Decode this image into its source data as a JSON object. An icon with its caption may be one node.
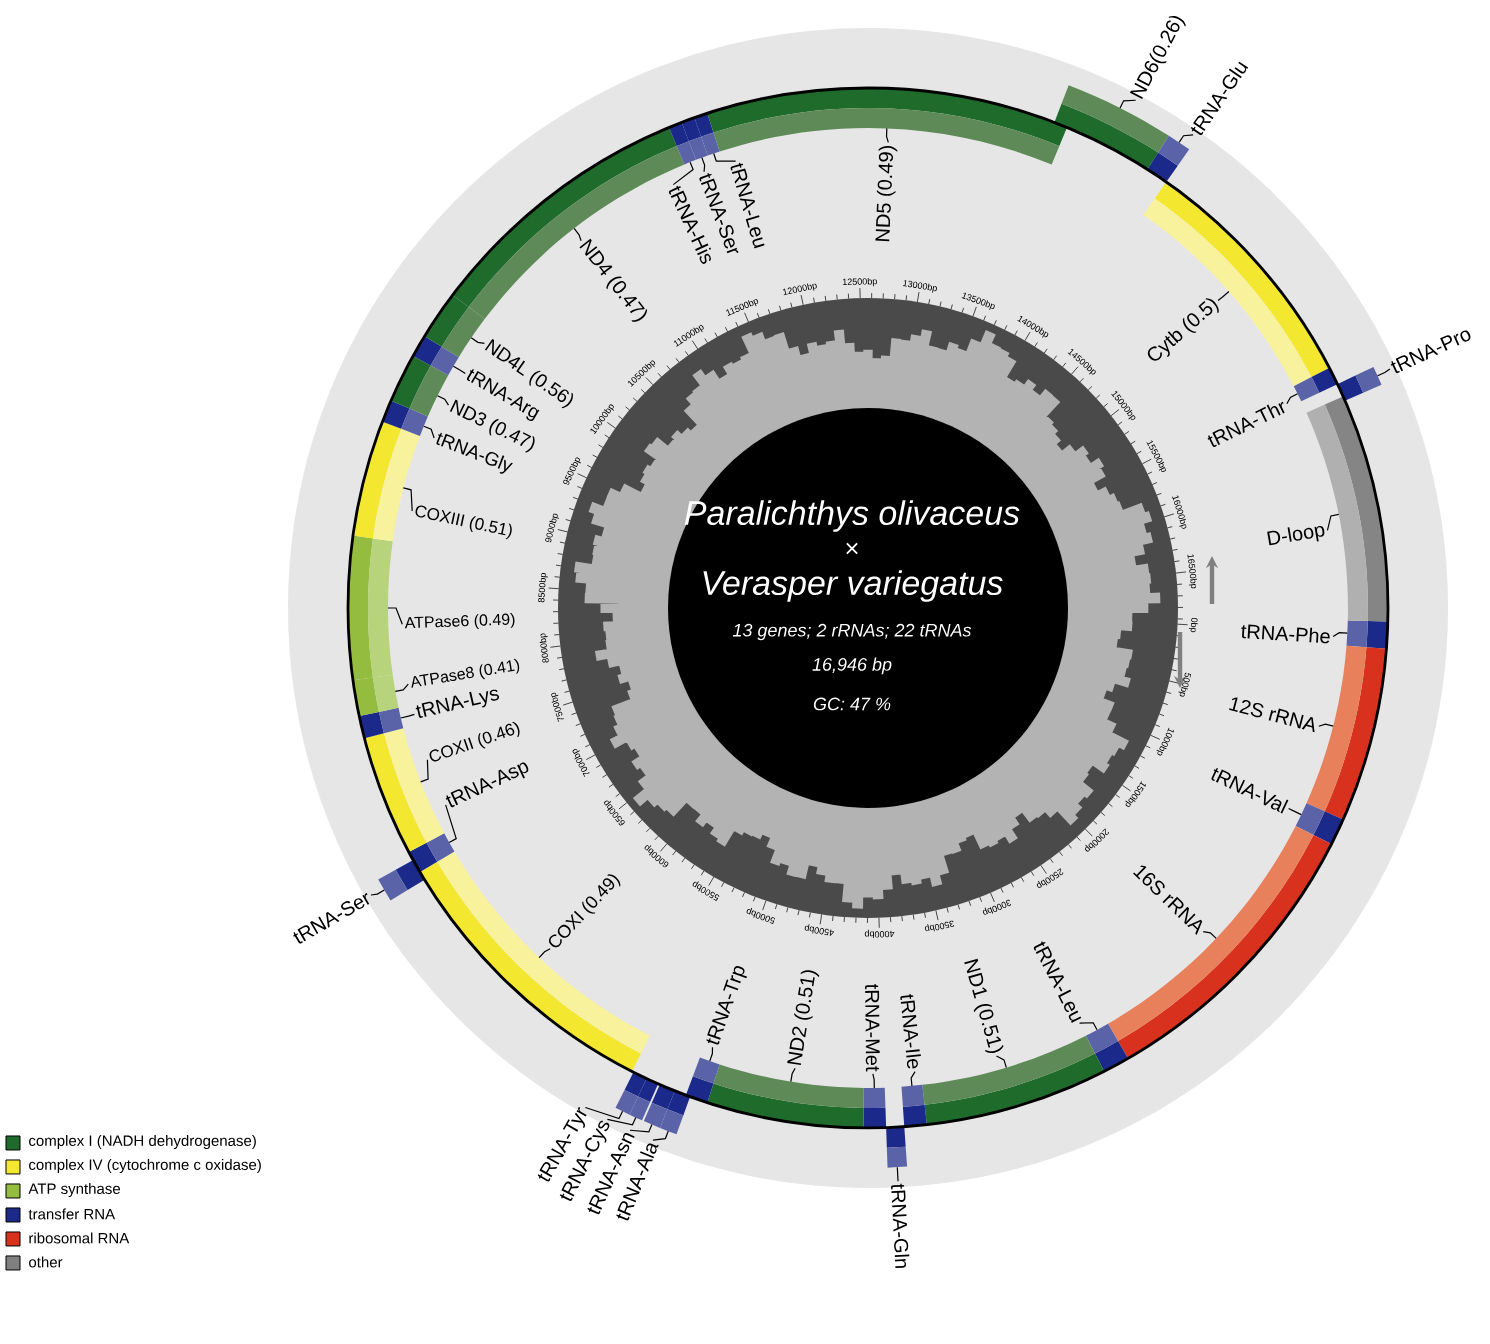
{
  "diagram": {
    "nodes": [
      {
        "text": [
          "tRNA-Phe"
        ]
      },
      {
        "text": [],
        "shape": "bar"
      },
      {
        "text": [
          "12S rRNA"
        ]
      },
      {
        "text": [],
        "shape": "bar"
      },
      {
        "text": [
          "tRNA-Val"
        ]
      },
      {
        "text": [],
        "shape": "bar"
      },
      {
        "text": [
          "16S rRNA"
        ]
      },
      {
        "text": [],
        "shape": "bar"
      },
      {
        "text": [
          "tRNA-Leu"
        ]
      },
      {
        "text": [],
        "shape": "bar"
      },
      {
        "text": [
          "ND1 (0.51)"
        ]
      },
      {
        "text": [],
        "shape": "bar"
      },
      {
        "text": [
          "tRNA-Ile"
        ]
      },
      {
        "text": [],
        "shape": "bar"
      },
      {
        "text": [
          "tRNA-Gln"
        ]
      },
      {
        "text": [],
        "shape": "bar"
      },
      {
        "text": [
          "tRNA-Met"
        ]
      },
      {
        "text": [],
        "shape": "bar"
      },
      {
        "text": [
          "ND2 (0.51)"
        ]
      },
      {
        "text": [],
        "shape": "bar"
      },
      {
        "text": [
          "tRNA-Trp"
        ]
      },
      {
        "text": [],
        "shape": "bar"
      },
      {
        "text": [
          "tRNA-Ala"
        ]
      },
      {
        "text": [],
        "shape": "bar"
      },
      {
        "text": [
          "tRNA-Asn"
        ]
      },
      {
        "text": [],
        "shape": "bar"
      },
      {
        "text": [
          "tRNA-Cys"
        ]
      },
      {
        "text": [],
        "shape": "bar"
      },
      {
        "text": [
          "tRNA-Tyr"
        ]
      },
      {
        "text": [],
        "shape": "bar"
      },
      {
        "text": [
          "COXI (0.49)"
        ]
      },
      {
        "text": [],
        "shape": "bar"
      },
      {
        "text": [
          "tRNA-Ser"
        ]
      },
      {
        "text": [],
        "shape": "bar"
      },
      {
        "text": [
          "tRNA-Asp"
        ]
      },
      {
        "text": [],
        "shape": "bar"
      },
      {
        "text": [
          "COXII (0.46)"
        ]
      },
      {
        "text": [],
        "shape": "bar"
      },
      {
        "text": [
          "tRNA-Lys"
        ]
      },
      {
        "text": [],
        "shape": "bar"
      },
      {
        "text": [
          "ATPase8 (0.41)"
        ]
      },
      {
        "text": [],
        "shape": "bar"
      },
      {
        "text": [
          "ATPase6 (0.49)"
        ]
      },
      {
        "text": [],
        "shape": "bar"
      },
      {
        "text": [
          "COXIII (0.51)"
        ]
      },
      {
        "text": [],
        "shape": "bar"
      },
      {
        "text": [
          "tRNA-Gly"
        ]
      },
      {
        "text": [],
        "shape": "bar"
      },
      {
        "text": [
          "ND3 (0.47)"
        ]
      },
      {
        "text": [],
        "shape": "bar"
      },
      {
        "text": [
          "tRNA-Arg"
        ]
      },
      {
        "text": [],
        "shape": "bar"
      },
      {
        "text": [
          "ND4L (0.56)"
        ]
      },
      {
        "text": [],
        "shape": "bar"
      },
      {
        "text": [
          "ND4 (0.47)"
        ]
      },
      {
        "text": [],
        "shape": "bar"
      },
      {
        "text": [
          "tRNA-His"
        ]
      },
      {
        "text": [],
        "shape": "bar"
      },
      {
        "text": [
          "tRNA-Ser"
        ]
      },
      {
        "text": [],
        "shape": "bar"
      },
      {
        "text": [
          "tRNA-Leu"
        ]
      },
      {
        "text": [],
        "shape": "bar"
      },
      {
        "text": [
          "ND5 (0.49)"
        ]
      },
      {
        "text": [],
        "shape": "bar"
      },
      {
        "text": [
          "ND6(0.26)"
        ]
      },
      {
        "text": [],
        "shape": "bar"
      },
      {
        "text": [
          "tRNA-Glu"
        ]
      },
      {
        "text": [],
        "shape": "bar"
      },
      {
        "text": [
          "Cytb (0.5)"
        ]
      },
      {
        "text": [],
        "shape": "bar"
      },
      {
        "text": [
          "tRNA-Thr"
        ]
      },
      {
        "text": [],
        "shape": "bar"
      },
      {
        "text": [
          "tRNA-Pro"
        ]
      },
      {
        "text": [],
        "shape": "bar"
      },
      {
        "text": [
          "D-loop"
        ]
      },
      {
        "text": [],
        "shape": "bar"
      }
    ],
    "edges": [
      {
        "from": 0,
        "to": 1,
        "arrow": "none"
      },
      {
        "from": 2,
        "to": 3,
        "arrow": "none"
      },
      {
        "from": 4,
        "to": 5,
        "arrow": "none"
      },
      {
        "from": 6,
        "to": 7,
        "arrow": "none"
      },
      {
        "from": 8,
        "to": 9,
        "arrow": "none"
      },
      {
        "from": 10,
        "to": 11,
        "arrow": "none"
      },
      {
        "from": 12,
        "to": 13,
        "arrow": "none"
      },
      {
        "from": 14,
        "to": 15,
        "arrow": "none"
      },
      {
        "from": 16,
        "to": 17,
        "arrow": "none"
      },
      {
        "from": 18,
        "to": 19,
        "arrow": "none"
      },
      {
        "from": 20,
        "to": 21,
        "arrow": "none"
      },
      {
        "from": 22,
        "to": 23,
        "arrow": "none"
      },
      {
        "from": 24,
        "to": 25,
        "arrow": "none"
      },
      {
        "from": 26,
        "to": 27,
        "arrow": "none"
      },
      {
        "from": 28,
        "to": 29,
        "arrow": "none"
      },
      {
        "from": 30,
        "to": 31,
        "arrow": "none"
      },
      {
        "from": 32,
        "to": 33,
        "arrow": "none"
      },
      {
        "from": 34,
        "to": 35,
        "arrow": "none"
      },
      {
        "from": 36,
        "to": 37,
        "arrow": "none"
      },
      {
        "from": 38,
        "to": 39,
        "arrow": "none"
      },
      {
        "from": 40,
        "to": 41,
        "arrow": "none"
      },
      {
        "from": 42,
        "to": 43,
        "arrow": "none"
      },
      {
        "from": 44,
        "to": 45,
        "arrow": "none"
      },
      {
        "from": 46,
        "to": 47,
        "arrow": "none"
      },
      {
        "from": 48,
        "to": 49,
        "arrow": "none"
      },
      {
        "from": 50,
        "to": 51,
        "arrow": "none"
      },
      {
        "from": 52,
        "to": 53,
        "arrow": "none"
      },
      {
        "from": 54,
        "to": 55,
        "arrow": "none"
      },
      {
        "from": 56,
        "to": 57,
        "arrow": "none"
      },
      {
        "from": 58,
        "to": 59,
        "arrow": "none"
      },
      {
        "from": 60,
        "to": 61,
        "arrow": "none"
      },
      {
        "from": 62,
        "to": 63,
        "arrow": "none"
      },
      {
        "from": 64,
        "to": 65,
        "arrow": "none"
      },
      {
        "from": 66,
        "to": 67,
        "arrow": "none"
      },
      {
        "from": 68,
        "to": 69,
        "arrow": "none"
      },
      {
        "from": 70,
        "to": 71,
        "arrow": "none"
      },
      {
        "from": 72,
        "to": 73,
        "arrow": "none"
      },
      {
        "from": 74,
        "to": 75,
        "arrow": "none"
      }
    ],
    "labels": [
      "Paralichthys olivaceus",
      "×",
      "Verasper variegatus",
      "13 genes; 2 rRNAs; 22 tRNAs",
      "16,946 bp",
      "GC: 47 %",
      "0bp",
      "500bp",
      "1000bp",
      "1500bp",
      "2000bp",
      "2500bp",
      "3000bp",
      "3500bp",
      "4000bp",
      "4500bp",
      "5000bp",
      "5500bp",
      "6000bp",
      "6500bp",
      "7000bp",
      "7500bp",
      "8000bp",
      "8500bp",
      "9000bp",
      "9500bp",
      "10000bp",
      "10500bp",
      "11000bp",
      "11500bp",
      "12000bp",
      "12500bp",
      "13000bp",
      "13500bp",
      "14000bp",
      "14500bp",
      "15000bp",
      "15500bp",
      "16000bp",
      "16500bp"
    ],
    "legend": [
      {
        "text": "complex I (NADH dehydrogenase)",
        "color": "#1f6b2c"
      },
      {
        "text": "complex IV (cytochrome c oxidase)",
        "color": "#f3e72f"
      },
      {
        "text": "ATP synthase",
        "color": "#94bc3f"
      },
      {
        "text": "transfer RNA",
        "color": "#1b2a8a"
      },
      {
        "text": "ribosomal RNA",
        "color": "#d8321f"
      },
      {
        "text": "other",
        "color": "#808080"
      }
    ]
  }
}
